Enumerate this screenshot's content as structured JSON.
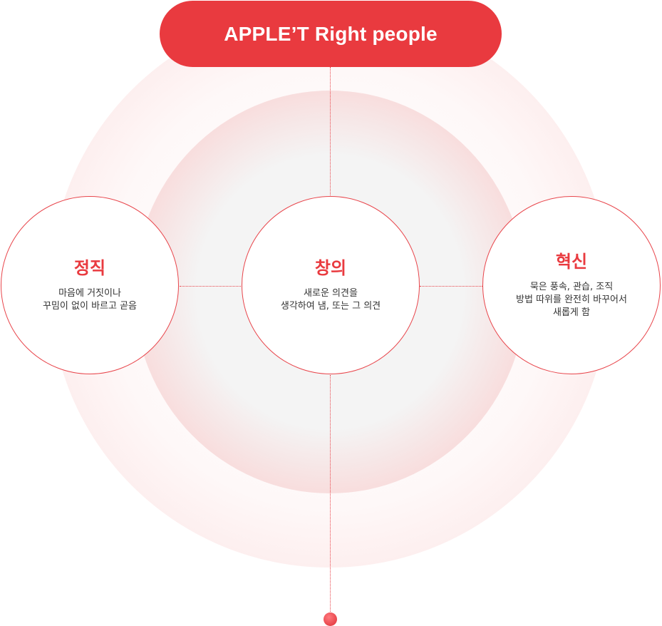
{
  "title": "APPLE’T Right people",
  "values": [
    {
      "title": "정직",
      "lines": [
        "마음에 거짓이나",
        "꾸밈이 없이 바르고 곧음"
      ]
    },
    {
      "title": "창의",
      "lines": [
        "새로운 의견을",
        "생각하여 냄, 또는 그 의견"
      ]
    },
    {
      "title": "혁신",
      "lines": [
        "묵은 풍속, 관습, 조직",
        "방법 따위를 완전히 바꾸어서",
        "새롭게 함"
      ]
    }
  ],
  "colors": {
    "accent": "#e93a3f",
    "text": "#333333",
    "background": "#ffffff"
  }
}
